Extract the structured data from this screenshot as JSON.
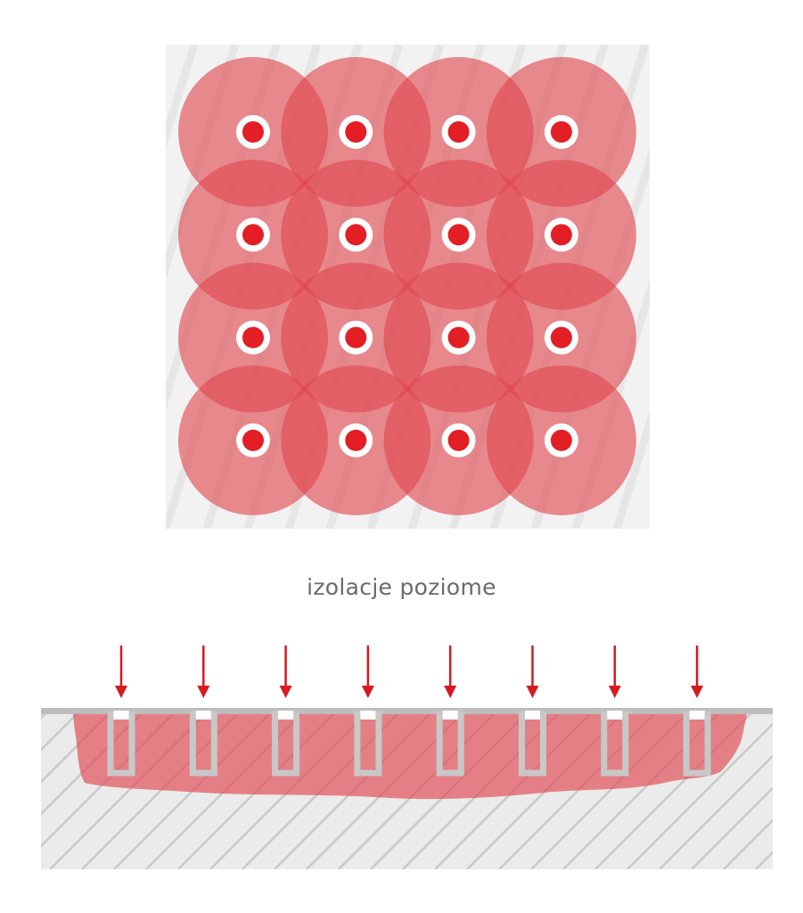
{
  "caption": "izolacje poziome",
  "colors": {
    "spread": "#e0474f",
    "injection_point": "#e31e24",
    "point_ring": "#ffffff",
    "wall": "#f2f2f2",
    "wall_hatch": "#e6e6e6",
    "section_hatch": "#c9c9c9",
    "section_wall": "#ebebeb",
    "arrow": "#d71920",
    "borehole": "#c8c8c8"
  },
  "plan": {
    "rows": 4,
    "cols": 4
  },
  "section": {
    "boreholes": 8
  }
}
